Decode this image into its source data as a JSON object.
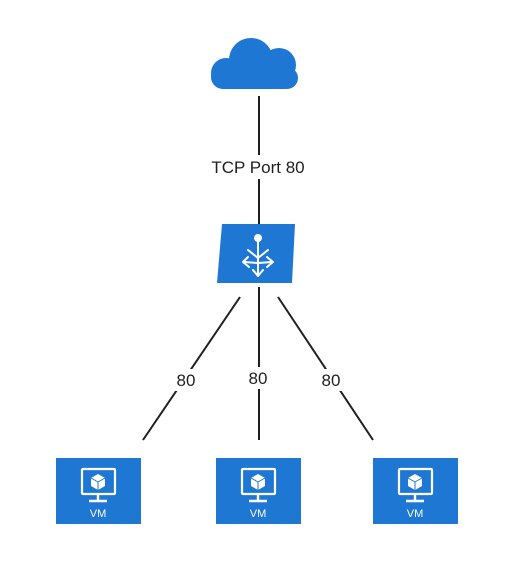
{
  "diagram": {
    "cloud": {
      "icon": "cloud-icon",
      "color": "#1e78d3"
    },
    "link_label": "TCP Port 80",
    "load_balancer": {
      "icon": "load-balancer-icon",
      "color": "#1e78d3"
    },
    "branches": [
      {
        "port_label": "80",
        "vm_label": "VM"
      },
      {
        "port_label": "80",
        "vm_label": "VM"
      },
      {
        "port_label": "80",
        "vm_label": "VM"
      }
    ],
    "vm_icon": "virtual-machine-icon",
    "vm_color": "#1e78d3"
  }
}
